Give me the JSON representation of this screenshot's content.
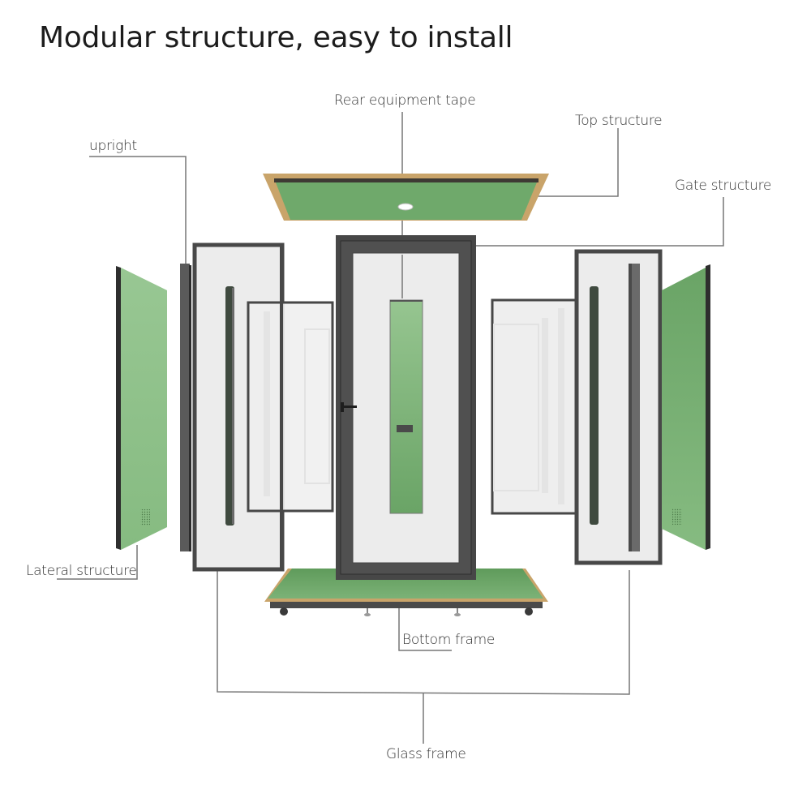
{
  "header": {
    "title": "Modular structure, easy to install"
  },
  "callouts": {
    "rear_equipment_tape": "Rear equipment tape",
    "top_structure": "Top structure",
    "upright": "upright",
    "gate_structure": "Gate structure",
    "lateral_structure": "Lateral structure",
    "bottom_frame": "Bottom frame",
    "glass_frame": "Glass frame"
  },
  "colors": {
    "panel_green": "#7bb277",
    "panel_green_dark": "#5f9a5c",
    "frame_dark": "#4a4a4a",
    "glass": "#ececec",
    "wood_edge": "#c9a46a",
    "leader_line": "#777777"
  }
}
